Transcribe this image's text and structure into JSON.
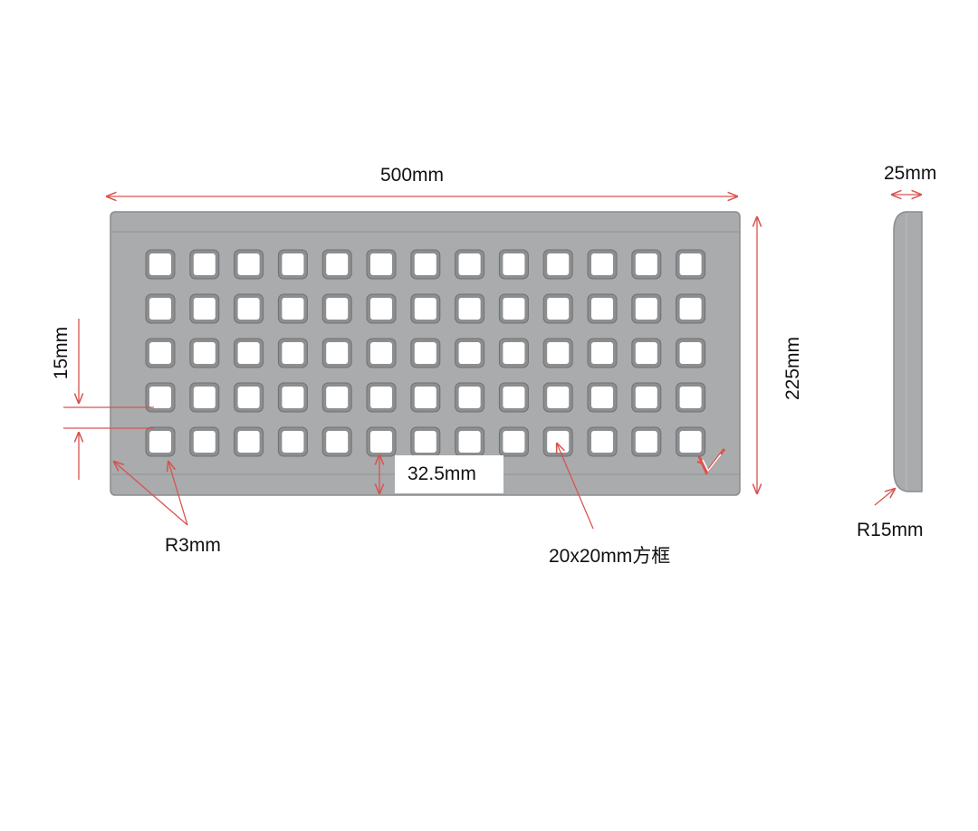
{
  "dimensions": {
    "width": "500mm",
    "height": "225mm",
    "depth": "25mm",
    "hole_gap": "15mm",
    "bottom_margin": "32.5mm",
    "corner_radius_small": "R3mm",
    "corner_radius_large": "R15mm",
    "hole_size": "20x20mm方框"
  },
  "grid": {
    "rows": 5,
    "columns": 13
  },
  "colors": {
    "plate": "#a9abad",
    "plate_edge": "#8f9193",
    "hole": "#ffffff",
    "dimension_line": "#d9534f",
    "text": "#111111"
  },
  "icons": {
    "logo": "v-logo-icon"
  }
}
